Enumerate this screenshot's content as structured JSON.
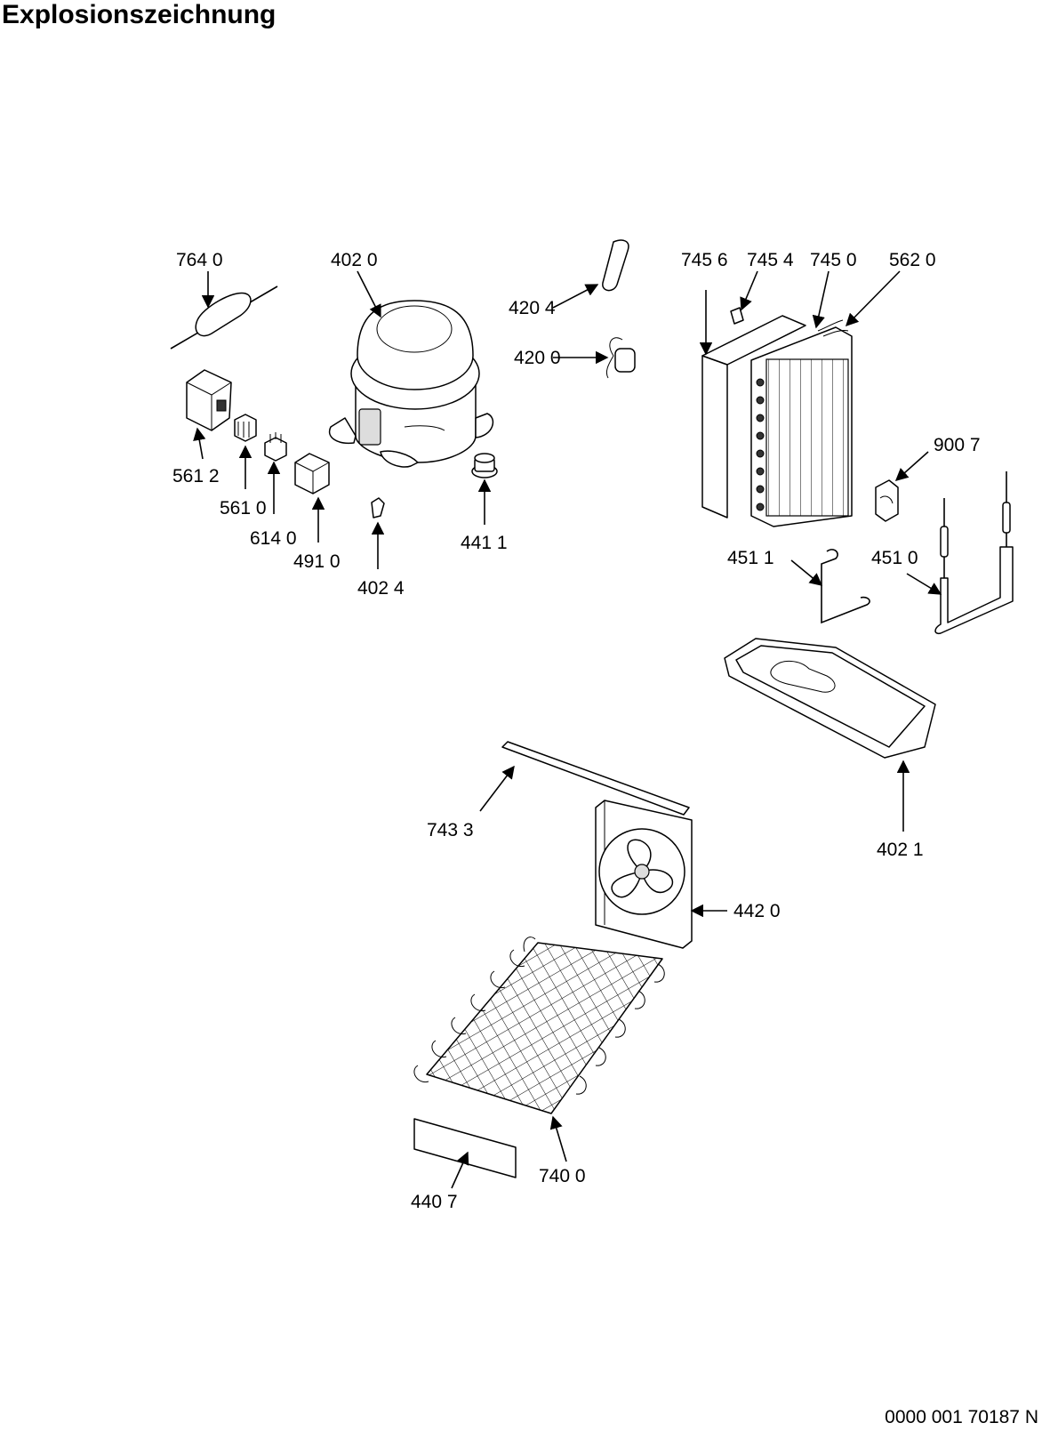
{
  "title": "Explosionszeichnung",
  "document_id": "0000 001 70187 N",
  "parts": [
    {
      "key": "p7640",
      "label": "764 0"
    },
    {
      "key": "p4020",
      "label": "402 0"
    },
    {
      "key": "p4204",
      "label": "420 4"
    },
    {
      "key": "p4200",
      "label": "420 0"
    },
    {
      "key": "p7456",
      "label": "745 6"
    },
    {
      "key": "p7454",
      "label": "745 4"
    },
    {
      "key": "p7450",
      "label": "745 0"
    },
    {
      "key": "p5620",
      "label": "562 0"
    },
    {
      "key": "p5612",
      "label": "561 2"
    },
    {
      "key": "p5610",
      "label": "561 0"
    },
    {
      "key": "p6140",
      "label": "614 0"
    },
    {
      "key": "p4910",
      "label": "491 0"
    },
    {
      "key": "p4024",
      "label": "402 4"
    },
    {
      "key": "p4411",
      "label": "441 1"
    },
    {
      "key": "p9007",
      "label": "900 7"
    },
    {
      "key": "p4511",
      "label": "451 1"
    },
    {
      "key": "p4510",
      "label": "451 0"
    },
    {
      "key": "p4021",
      "label": "402 1"
    },
    {
      "key": "p7433",
      "label": "743 3"
    },
    {
      "key": "p4420",
      "label": "442 0"
    },
    {
      "key": "p7400",
      "label": "740 0"
    },
    {
      "key": "p4407",
      "label": "440 7"
    }
  ]
}
